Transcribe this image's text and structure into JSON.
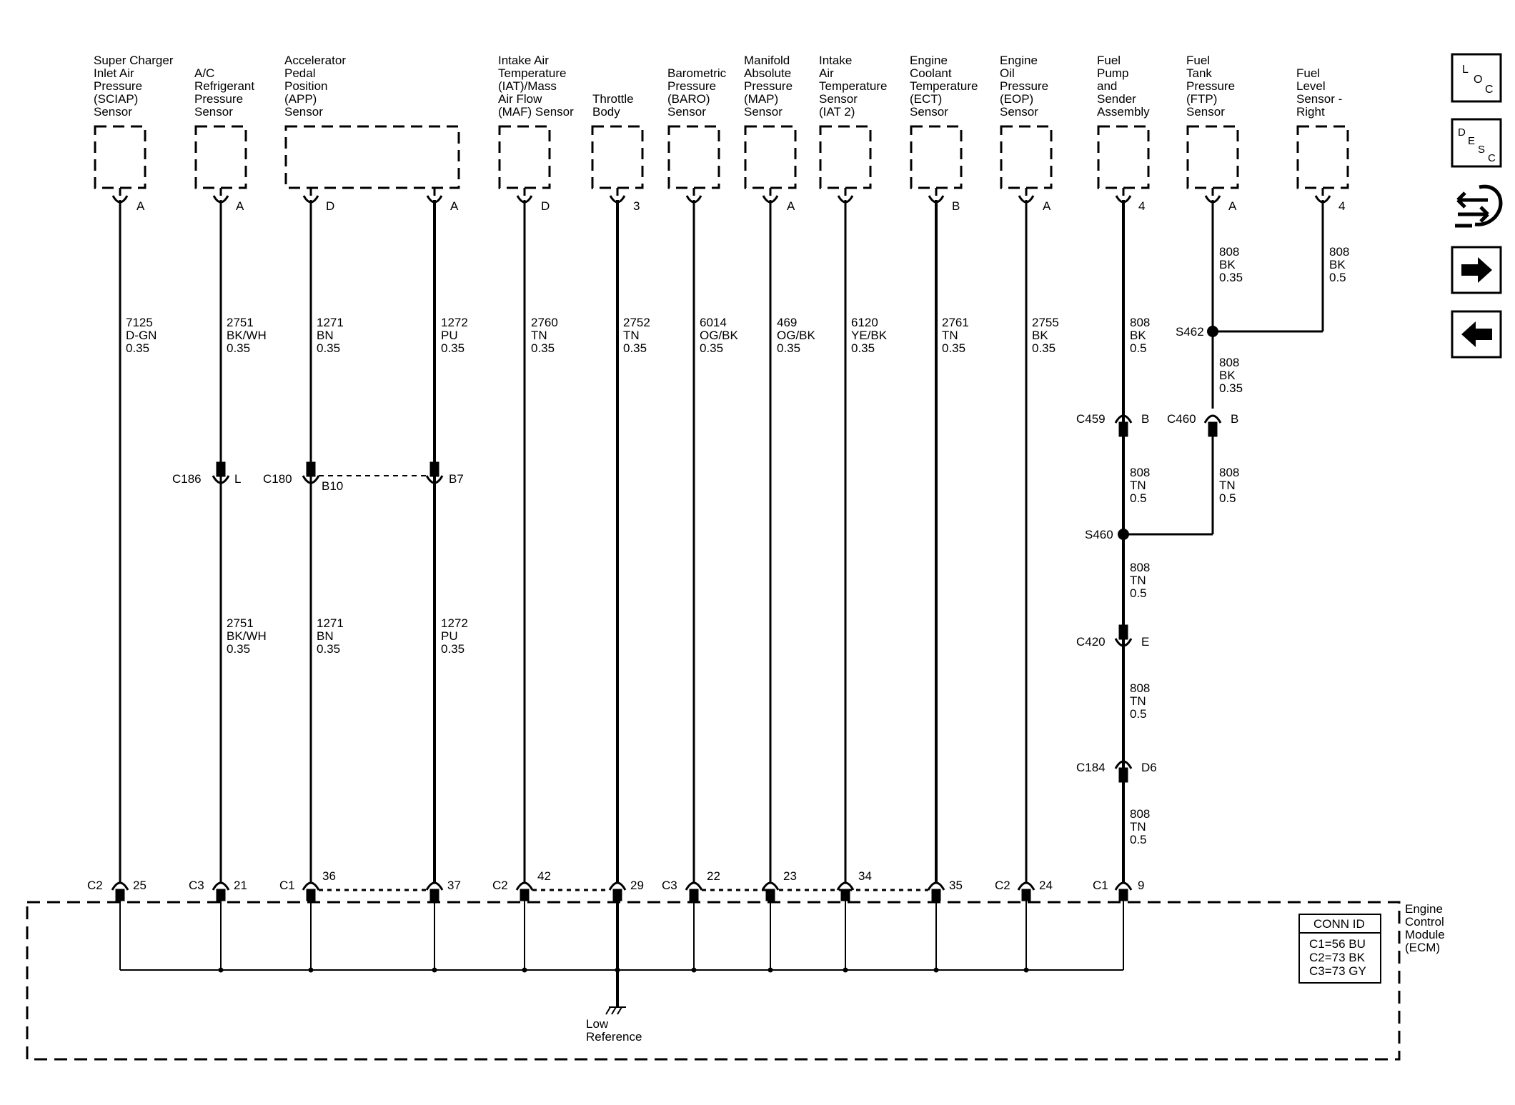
{
  "components": [
    {
      "id": "sciap",
      "lines": [
        "Super Charger",
        "Inlet Air",
        "Pressure",
        "(SCIAP)",
        "Sensor"
      ],
      "pins": [
        "A"
      ]
    },
    {
      "id": "ac",
      "lines": [
        "A/C",
        "Refrigerant",
        "Pressure",
        "Sensor"
      ],
      "pins": [
        "A"
      ]
    },
    {
      "id": "app",
      "lines": [
        "Accelerator",
        "Pedal",
        "Position",
        "(APP)",
        "Sensor"
      ],
      "pins": [
        "D",
        "A"
      ]
    },
    {
      "id": "iat",
      "lines": [
        "Intake Air",
        "Temperature",
        "(IAT)/Mass",
        "Air Flow",
        "(MAF) Sensor"
      ],
      "pins": [
        "D"
      ]
    },
    {
      "id": "throttle",
      "lines": [
        "Throttle",
        "Body"
      ],
      "pins": [
        "3"
      ]
    },
    {
      "id": "baro",
      "lines": [
        "Barometric",
        "Pressure",
        "(BARO)",
        "Sensor"
      ],
      "pins": [
        ""
      ]
    },
    {
      "id": "map",
      "lines": [
        "Manifold",
        "Absolute",
        "Pressure",
        "(MAP)",
        "Sensor"
      ],
      "pins": [
        "A"
      ]
    },
    {
      "id": "iat2",
      "lines": [
        "Intake",
        "Air",
        "Temperature",
        "Sensor",
        "(IAT 2)"
      ],
      "pins": [
        ""
      ]
    },
    {
      "id": "ect",
      "lines": [
        "Engine",
        "Coolant",
        "Temperature",
        "(ECT)",
        "Sensor"
      ],
      "pins": [
        "B"
      ]
    },
    {
      "id": "eop",
      "lines": [
        "Engine",
        "Oil",
        "Pressure",
        "(EOP)",
        "Sensor"
      ],
      "pins": [
        "A"
      ]
    },
    {
      "id": "fuelpump",
      "lines": [
        "Fuel",
        "Pump",
        "and",
        "Sender",
        "Assembly"
      ],
      "pins": [
        "4"
      ]
    },
    {
      "id": "ftp",
      "lines": [
        "Fuel",
        "Tank",
        "Pressure",
        "(FTP)",
        "Sensor"
      ],
      "pins": [
        "A"
      ]
    },
    {
      "id": "fuellevel",
      "lines": [
        "Fuel",
        "Level",
        "Sensor -",
        "Right"
      ],
      "pins": [
        "4"
      ]
    }
  ],
  "wire_labels": {
    "sciap": [
      "7125",
      "D-GN",
      "0.35"
    ],
    "ac_top": [
      "2751",
      "BK/WH",
      "0.35"
    ],
    "ac_bot": [
      "2751",
      "BK/WH",
      "0.35"
    ],
    "appD_top": [
      "1271",
      "BN",
      "0.35"
    ],
    "appD_bot": [
      "1271",
      "BN",
      "0.35"
    ],
    "appA_top": [
      "1272",
      "PU",
      "0.35"
    ],
    "appA_bot": [
      "1272",
      "PU",
      "0.35"
    ],
    "iat": [
      "2760",
      "TN",
      "0.35"
    ],
    "throttle": [
      "2752",
      "TN",
      "0.35"
    ],
    "baro": [
      "6014",
      "OG/BK",
      "0.35"
    ],
    "map": [
      "469",
      "OG/BK",
      "0.35"
    ],
    "iat2": [
      "6120",
      "YE/BK",
      "0.35"
    ],
    "ect": [
      "2761",
      "TN",
      "0.35"
    ],
    "eop": [
      "2755",
      "BK",
      "0.35"
    ],
    "fp_1": [
      "808",
      "BK",
      "0.5"
    ],
    "fp_2": [
      "808",
      "TN",
      "0.5"
    ],
    "fp_3": [
      "808",
      "TN",
      "0.5"
    ],
    "fp_4": [
      "808",
      "TN",
      "0.5"
    ],
    "fp_5": [
      "808",
      "TN",
      "0.5"
    ],
    "ftp_1": [
      "808",
      "BK",
      "0.35"
    ],
    "ftp_2": [
      "808",
      "BK",
      "0.35"
    ],
    "ftp_3": [
      "808",
      "TN",
      "0.5"
    ],
    "fl_1": [
      "808",
      "BK",
      "0.5"
    ]
  },
  "inline_connectors": {
    "c186": {
      "name": "C186",
      "pin": "L"
    },
    "c180": {
      "name": "C180",
      "pinD": "B10",
      "pinA": "B7"
    },
    "c459": {
      "name": "C459",
      "pin": "B"
    },
    "c460": {
      "name": "C460",
      "pin": "B"
    },
    "c420": {
      "name": "C420",
      "pin": "E"
    },
    "c184": {
      "name": "C184",
      "pin": "D6"
    }
  },
  "splices": {
    "s462": "S462",
    "s460": "S460"
  },
  "ecm_pins": [
    {
      "conn": "C2",
      "pin": "25"
    },
    {
      "conn": "C3",
      "pin": "21"
    },
    {
      "conn": "C1",
      "pin": "36"
    },
    {
      "conn": "",
      "pin": "37"
    },
    {
      "conn": "C2",
      "pin": "42"
    },
    {
      "conn": "",
      "pin": "29"
    },
    {
      "conn": "C3",
      "pin": "22"
    },
    {
      "conn": "",
      "pin": "23"
    },
    {
      "conn": "",
      "pin": "34"
    },
    {
      "conn": "",
      "pin": "35"
    },
    {
      "conn": "C2",
      "pin": "24"
    },
    {
      "conn": "C1",
      "pin": "9"
    }
  ],
  "ecm": {
    "label_lines": [
      "Engine",
      "Control",
      "Module",
      "(ECM)"
    ],
    "ground_label_lines": [
      "Low",
      "Reference"
    ],
    "conn_id": {
      "title": "CONN ID",
      "rows": [
        "C1=56 BU",
        "C2=73 BK",
        "C3=73 GY"
      ]
    }
  },
  "nav_buttons": {
    "loc": {
      "letters": [
        "L",
        "O",
        "C"
      ],
      "icon": "location-icon"
    },
    "desc": {
      "letters": [
        "D",
        "E",
        "S",
        "C"
      ],
      "icon": "description-icon"
    },
    "connector": {
      "icon": "connector-hand-icon"
    },
    "next": {
      "icon": "arrow-right-icon"
    },
    "prev": {
      "icon": "arrow-left-icon"
    }
  }
}
